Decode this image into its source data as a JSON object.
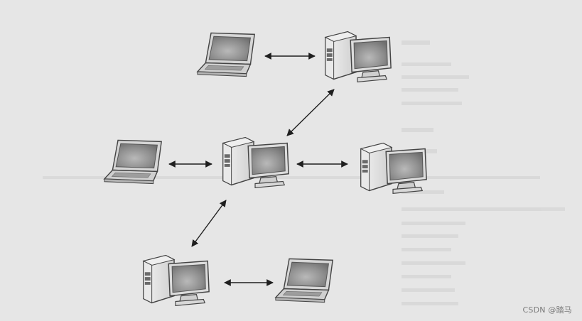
{
  "diagram": {
    "nodes": [
      {
        "id": "laptop-top",
        "kind": "laptop"
      },
      {
        "id": "desktop-top-right",
        "kind": "desktop"
      },
      {
        "id": "laptop-middle-left",
        "kind": "laptop"
      },
      {
        "id": "desktop-center",
        "kind": "desktop"
      },
      {
        "id": "desktop-middle-right",
        "kind": "desktop"
      },
      {
        "id": "desktop-bottom-left",
        "kind": "desktop"
      },
      {
        "id": "laptop-bottom-right",
        "kind": "laptop"
      }
    ],
    "edges": [
      {
        "from": "laptop-top",
        "to": "desktop-top-right",
        "bidirectional": true
      },
      {
        "from": "desktop-center",
        "to": "desktop-top-right",
        "bidirectional": true
      },
      {
        "from": "laptop-middle-left",
        "to": "desktop-center",
        "bidirectional": true
      },
      {
        "from": "desktop-center",
        "to": "desktop-middle-right",
        "bidirectional": true
      },
      {
        "from": "desktop-center",
        "to": "desktop-bottom-left",
        "bidirectional": true
      },
      {
        "from": "desktop-bottom-left",
        "to": "laptop-bottom-right",
        "bidirectional": true
      }
    ]
  },
  "watermark": {
    "text": "CSDN @踏马"
  },
  "colors": {
    "background": "#e6e6e6",
    "device_body": "#e4e4e4",
    "device_outline": "#4a4a4a",
    "screen": "#8e8e8e",
    "arrow": "#1f1f1f"
  }
}
